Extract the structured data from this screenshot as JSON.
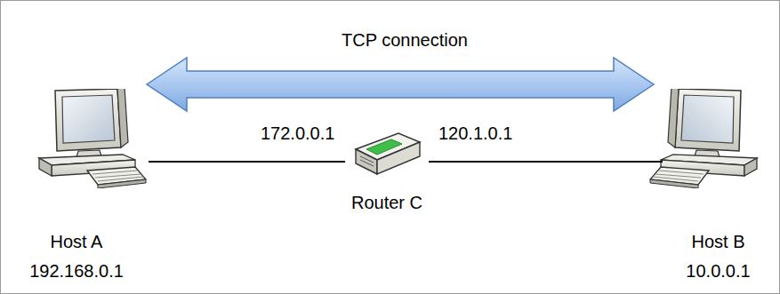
{
  "diagram": {
    "nodes": [
      {
        "text": [
          "Host A",
          "192.168.0.1"
        ]
      },
      {
        "text": [
          "Router C"
        ]
      },
      {
        "text": [
          "Host B",
          "10.0.0.1"
        ]
      }
    ],
    "edges": [
      {
        "from": 0,
        "to": 1,
        "arrow": "none"
      },
      {
        "from": 1,
        "to": 2,
        "arrow": "none"
      }
    ],
    "labels": [
      "TCP connection",
      "172.0.0.1",
      "120.1.0.1"
    ]
  }
}
